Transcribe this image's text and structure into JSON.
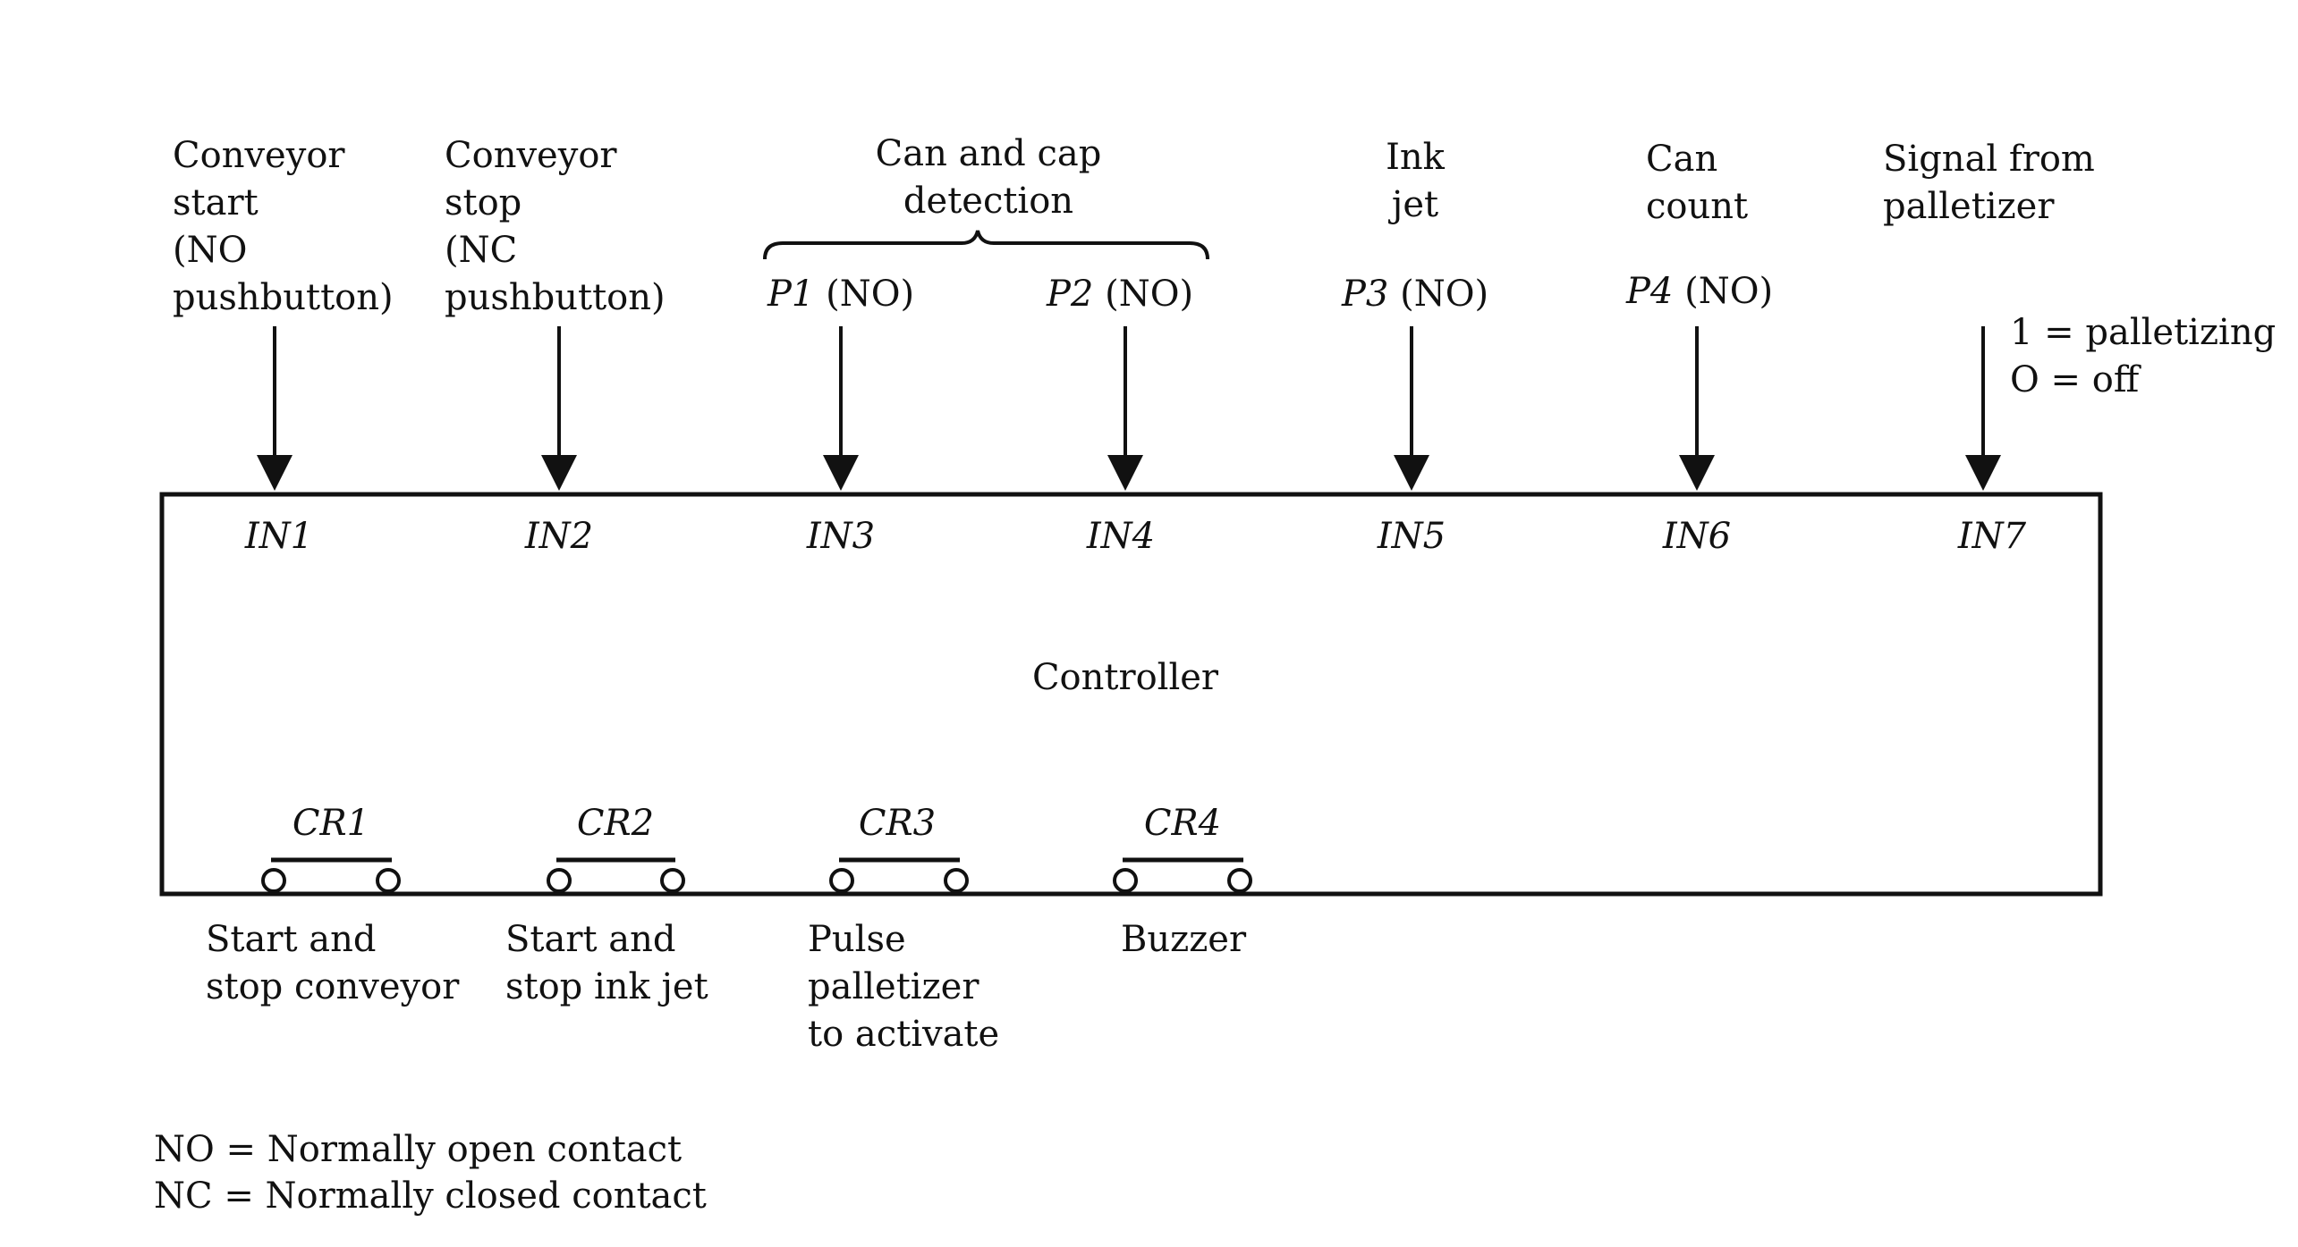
{
  "inputs": [
    {
      "label": "Conveyor\nstart\n(NO\npushbutton)",
      "terminal": "IN1"
    },
    {
      "label": "Conveyor\nstop\n(NC\npushbutton)",
      "terminal": "IN2"
    },
    {
      "sensor": "P1",
      "contact": "(NO)",
      "terminal": "IN3"
    },
    {
      "sensor": "P2",
      "contact": "(NO)",
      "terminal": "IN4"
    },
    {
      "label": "Ink\njet",
      "sensor": "P3",
      "contact": "(NO)",
      "terminal": "IN5"
    },
    {
      "label": "Can\ncount",
      "sensor": "P4",
      "contact": "(NO)",
      "terminal": "IN6"
    },
    {
      "label": "Signal from\npalletizer",
      "terminal": "IN7",
      "note": "1 = palletizing\nO = off"
    }
  ],
  "group_label": "Can and cap\ndetection",
  "controller_label": "Controller",
  "outputs": [
    {
      "relay": "CR1",
      "label": "Start and\nstop conveyor"
    },
    {
      "relay": "CR2",
      "label": "Start and\nstop ink jet"
    },
    {
      "relay": "CR3",
      "label": "Pulse\npalletizer\nto activate"
    },
    {
      "relay": "CR4",
      "label": "Buzzer"
    }
  ],
  "legend": {
    "no": "NO = Normally open contact",
    "nc": "NC = Normally closed contact"
  },
  "colors": {
    "ink": "#111111",
    "background": "#ffffff"
  }
}
